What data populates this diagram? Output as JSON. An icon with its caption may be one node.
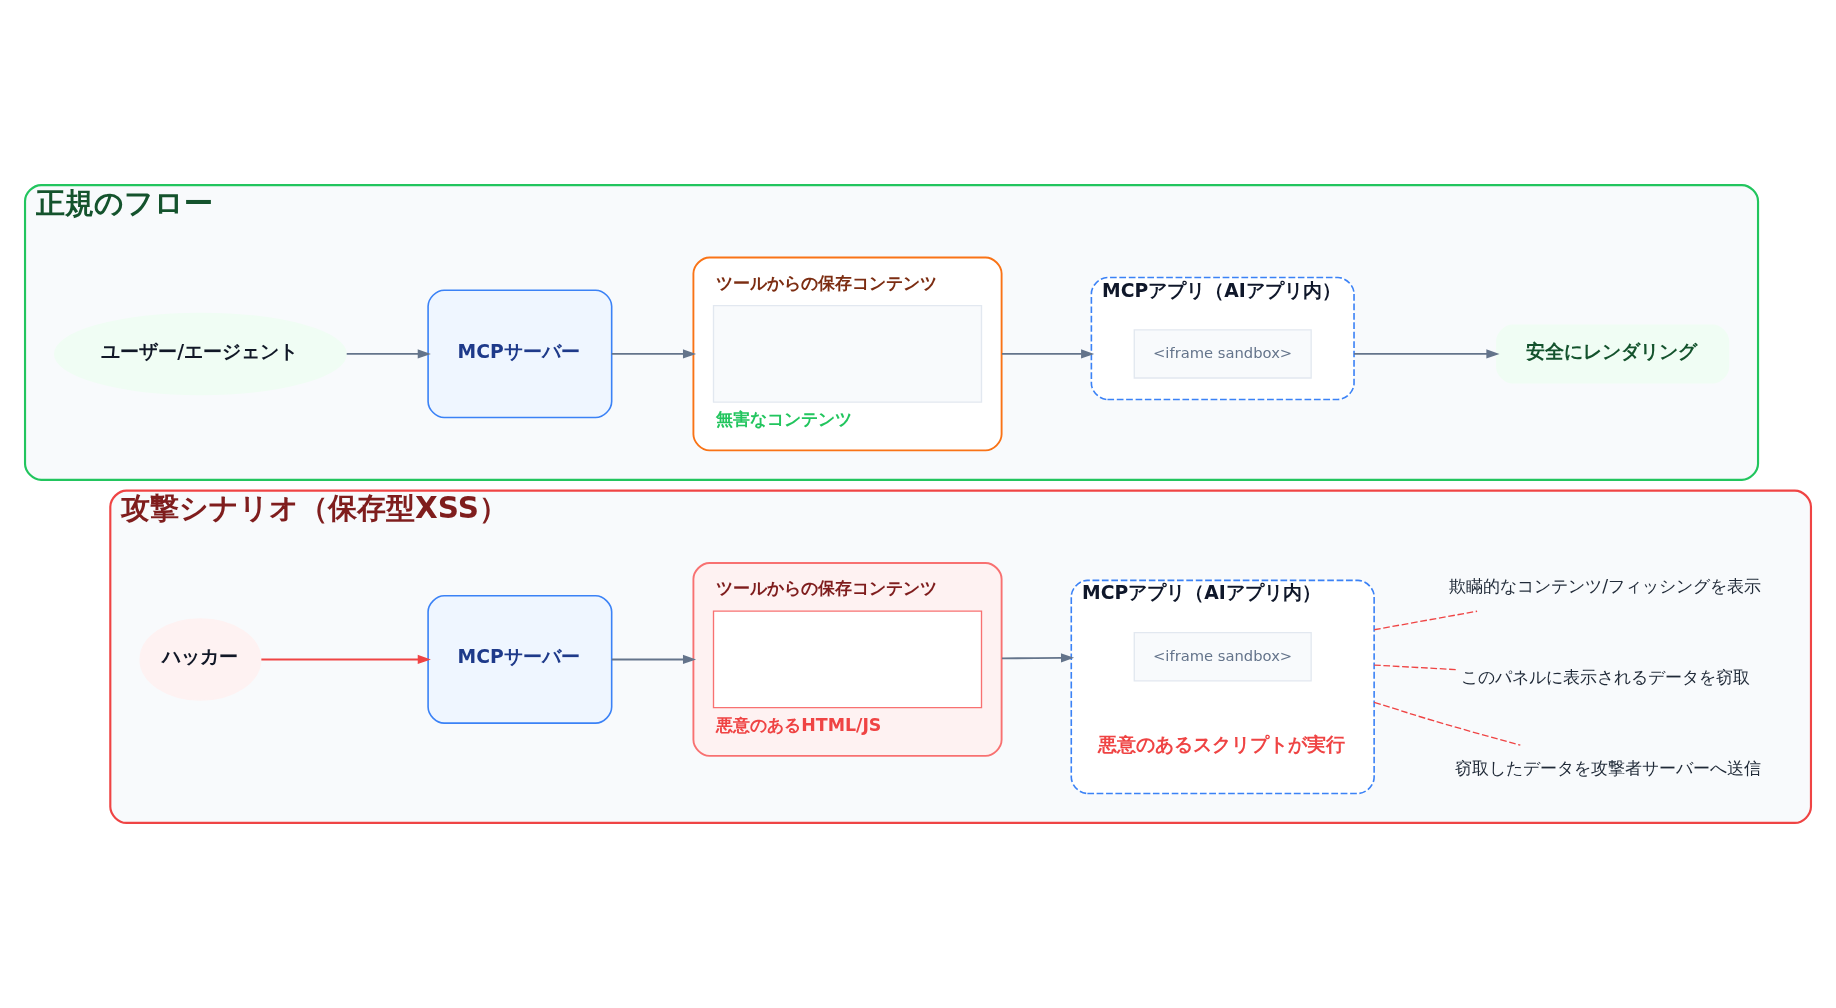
{
  "diagram": {
    "nodes": [
      {
        "text": [
          "正規のフロー"
        ]
      },
      {
        "text": [
          "ユーザー/エージェント"
        ],
        "in": 0
      },
      {
        "text": [
          "MCPサーバー"
        ],
        "in": 0
      },
      {
        "text": [
          "ツールからの保存コンテンツ",
          "無害なコンテンツ"
        ],
        "in": 0
      },
      {
        "text": [
          "MCPアプリ（AIアプリ内）"
        ],
        "in": 0
      },
      {
        "text": [
          "<iframe sandbox>"
        ],
        "in": 4
      },
      {
        "text": [
          "安全にレンダリング"
        ],
        "in": 0
      },
      {
        "text": [
          "攻撃シナリオ（保存型XSS）"
        ]
      },
      {
        "text": [
          "ハッカー"
        ],
        "in": 7
      },
      {
        "text": [
          "MCPサーバー"
        ],
        "in": 7
      },
      {
        "text": [
          "ツールからの保存コンテンツ",
          "悪意のあるHTML/JS"
        ],
        "in": 7
      },
      {
        "text": [
          "MCPアプリ（AIアプリ内）",
          "悪意のあるスクリプトが実行"
        ],
        "in": 7
      },
      {
        "text": [
          "<iframe sandbox>"
        ],
        "in": 11
      },
      {
        "text": [
          "欺瞞的なコンテンツ/フィッシングを表示"
        ],
        "in": 7
      },
      {
        "text": [
          "このパネルに表示されるデータを窃取"
        ],
        "in": 7
      },
      {
        "text": [
          "窃取したデータを攻撃者サーバーへ送信"
        ],
        "in": 7
      }
    ],
    "edges": [
      {
        "from": 1,
        "to": 2,
        "arrow": "to"
      },
      {
        "from": 2,
        "to": 3,
        "arrow": "to"
      },
      {
        "from": 3,
        "to": 4,
        "arrow": "to"
      },
      {
        "from": 4,
        "to": 6,
        "arrow": "to"
      },
      {
        "from": 8,
        "to": 9,
        "arrow": "to",
        "color": "#ef4444"
      },
      {
        "from": 9,
        "to": 10,
        "arrow": "to"
      },
      {
        "from": 10,
        "to": 11,
        "arrow": "to"
      },
      {
        "from": 11,
        "to": 13,
        "arrow": "none",
        "style": "dashed",
        "color": "#ef4444"
      },
      {
        "from": 11,
        "to": 14,
        "arrow": "none",
        "style": "dashed",
        "color": "#ef4444"
      },
      {
        "from": 11,
        "to": 15,
        "arrow": "none",
        "style": "dashed",
        "color": "#ef4444"
      }
    ]
  }
}
